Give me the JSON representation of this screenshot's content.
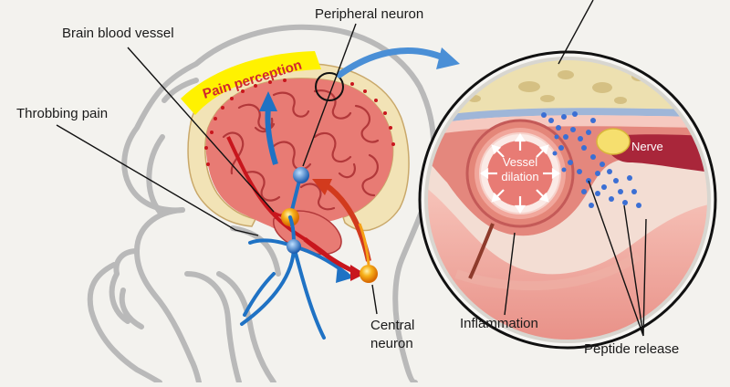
{
  "labels": {
    "peripheral_neuron": "Peripheral neuron",
    "brain_blood_vessel": "Brain blood vessel",
    "throbbing_pain": "Throbbing pain",
    "pain_perception": "Pain perception",
    "central_neuron_line1": "Central",
    "central_neuron_line2": "neuron",
    "vessel_dilation_line1": "Vessel",
    "vessel_dilation_line2": "dilation",
    "nerve": "Nerve",
    "inflammation": "Inflammation",
    "peptide_release": "Peptide release"
  },
  "colors": {
    "background": "#f3f2ee",
    "head_outline": "#b9b9b9",
    "brain": "#e87b74",
    "brain_gyri": "#b2383a",
    "skull": "#f2e3b6",
    "pain_highlight": "#fff200",
    "pain_text": "#d0262e",
    "artery": "#c8161d",
    "nerve_blue": "#1f72c4",
    "neuron_orange": "#f5a017",
    "inset_ring": "#f7f6f3",
    "inset_tissue": "#f0bcb0",
    "nerve_yellow": "#f6df6e",
    "peptide_dots": "#3b6fd4"
  }
}
